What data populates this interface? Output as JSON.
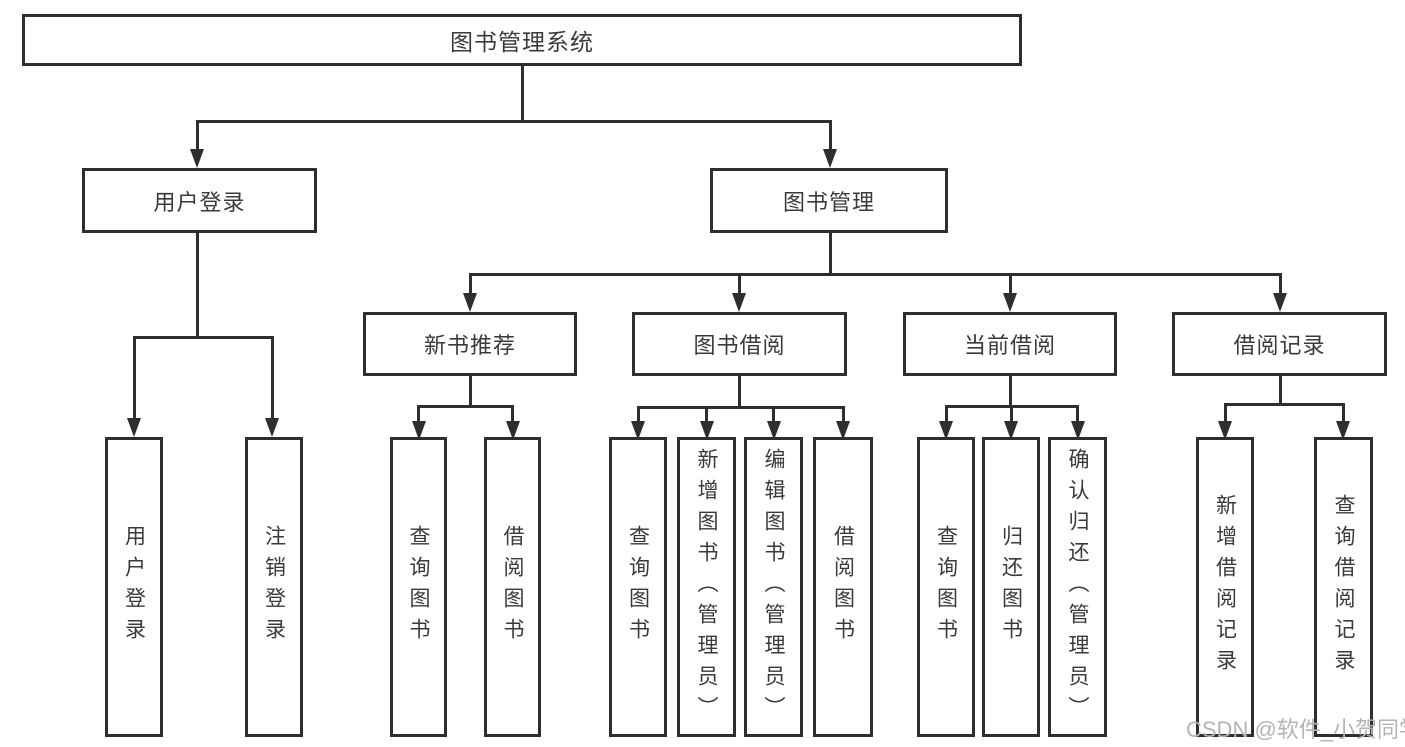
{
  "nodes": {
    "root": "图书管理系统",
    "user_login": "用户登录",
    "book_mgmt": "图书管理",
    "new_book_rec": "新书推荐",
    "book_borrow": "图书借阅",
    "current_borrow": "当前借阅",
    "borrow_records": "借阅记录",
    "ul_user_login": "用户登录",
    "ul_logout": "注销登录",
    "nb_query_book": "查询图书",
    "nb_borrow_book": "借阅图书",
    "bb_query_book": "查询图书",
    "bb_add_book": "新增图书（管理员）",
    "bb_edit_book": "编辑图书（管理员）",
    "bb_borrow_book": "借阅图书",
    "cb_query_book": "查询图书",
    "cb_return_book": "归还图书",
    "cb_confirm_return": "确认归还（管理员）",
    "br_add_record": "新增借阅记录",
    "br_query_record": "查询借阅记录"
  },
  "watermark": "CSDN @软件_小贺同学",
  "colors": {
    "line": "#2e2e2e",
    "text": "#3a3a3a",
    "watermark": "#b4b4b4",
    "background": "#ffffff"
  }
}
